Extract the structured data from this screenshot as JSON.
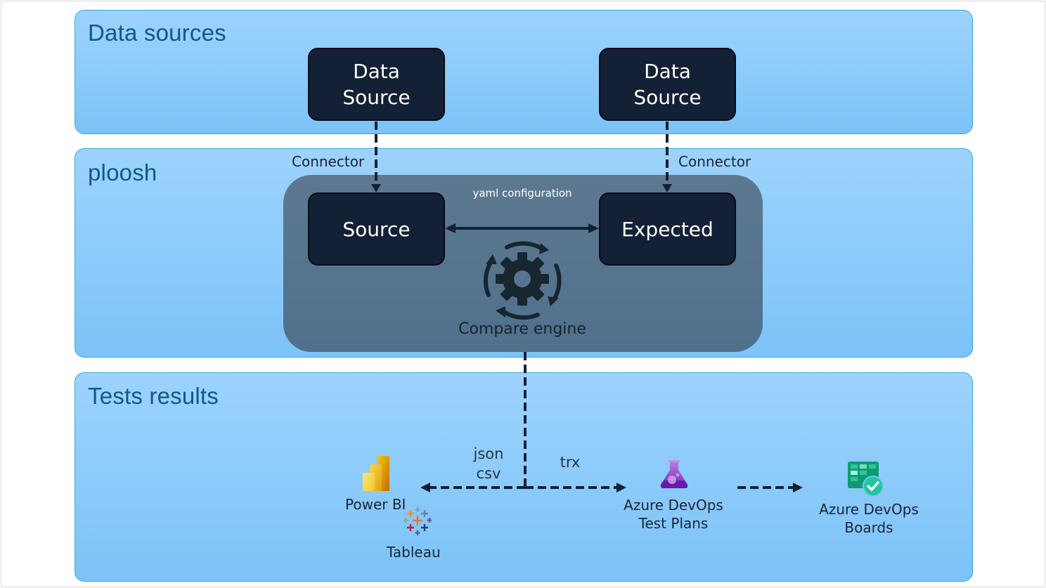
{
  "bands": {
    "data_sources": {
      "title": "Data sources"
    },
    "ploosh": {
      "title": "ploosh"
    },
    "tests_results": {
      "title": "Tests results"
    }
  },
  "nodes": {
    "data_source_left": {
      "line1": "Data",
      "line2": "Source"
    },
    "data_source_right": {
      "line1": "Data",
      "line2": "Source"
    },
    "source": {
      "label": "Source"
    },
    "expected": {
      "label": "Expected"
    }
  },
  "labels": {
    "connector_left": "Connector",
    "connector_right": "Connector",
    "yaml_configuration": "yaml configuration",
    "compare_engine": "Compare engine",
    "json": "json",
    "csv": "csv",
    "trx": "trx"
  },
  "outputs": {
    "power_bi": {
      "label": "Power BI",
      "icon": "power-bi-icon"
    },
    "tableau": {
      "label": "Tableau",
      "icon": "tableau-icon"
    },
    "test_plans": {
      "line1": "Azure DevOps",
      "line2": "Test Plans",
      "icon": "azure-test-plans-icon"
    },
    "boards": {
      "line1": "Azure DevOps",
      "line2": "Boards",
      "icon": "azure-boards-icon"
    }
  },
  "colors": {
    "band_top": "#9dd3fd",
    "band_bottom": "#7cc3f8",
    "band_title": "#0d5a84",
    "node_fill": "#132035",
    "engine_fill": "#56748d",
    "connector_line": "#132035"
  }
}
